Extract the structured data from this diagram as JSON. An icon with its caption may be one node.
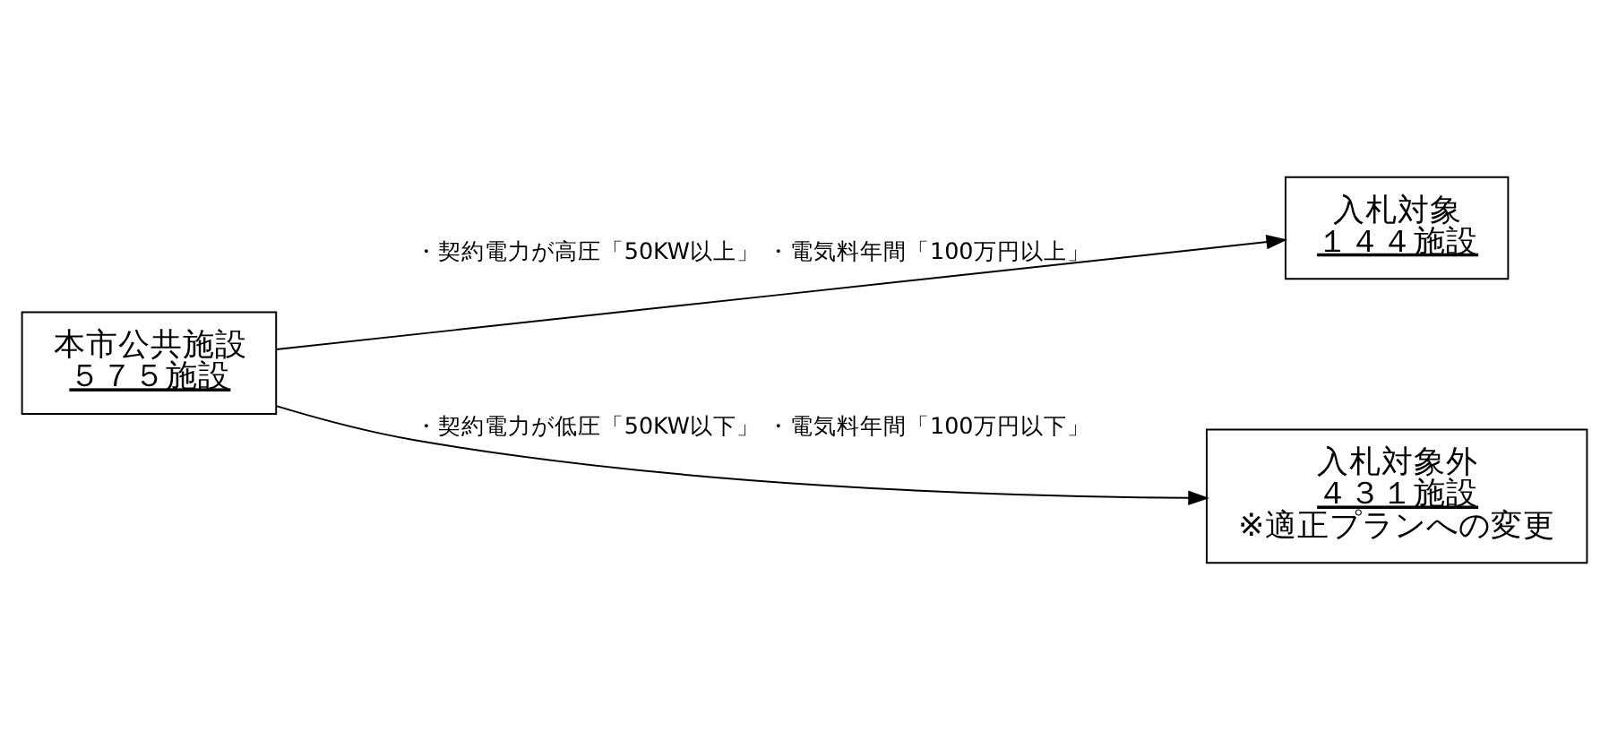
{
  "diagram": {
    "nodes": [
      {
        "text": [
          "本市公共施設",
          "５７５施設"
        ]
      },
      {
        "text": [
          "入札対象",
          "１４４施設"
        ]
      },
      {
        "text": [
          "入札対象外",
          "４３１施設",
          "※適正プランへの変更"
        ]
      }
    ],
    "edges": [
      {
        "from": 0,
        "to": 1,
        "arrow": "to",
        "label": "・契約電力が高圧「50KW以上」 ・電気料年間「100万円以上」"
      },
      {
        "from": 0,
        "to": 2,
        "arrow": "to",
        "label": "・契約電力が低圧「50KW以下」 ・電気料年間「100万円以下」"
      }
    ]
  }
}
